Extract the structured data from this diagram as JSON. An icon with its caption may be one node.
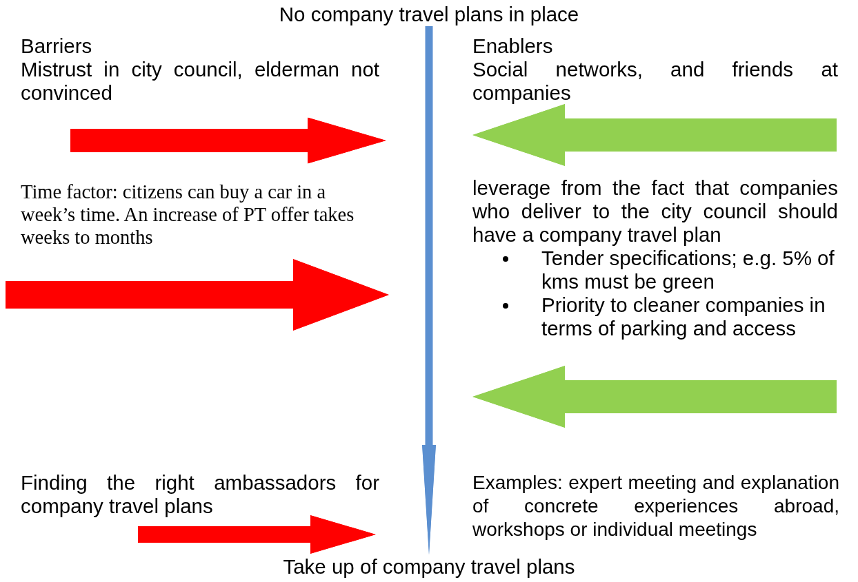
{
  "diagram": {
    "nodes": [
      {
        "text": [
          "No company travel plans in place"
        ]
      },
      {
        "text": [
          "Mistrust in city council, elderman not convinced"
        ]
      },
      {
        "text": [
          "Time factor: citizens can buy a car in a week’s time. An increase of PT offer takes weeks to months"
        ]
      },
      {
        "text": [
          "Finding the right ambassadors for company travel plans"
        ]
      },
      {
        "text": [
          "Social networks, and friends at companies"
        ]
      },
      {
        "text": [
          "leverage from the fact that companies who deliver to the city council should have a company travel plan",
          "Tender specifications; e.g. 5% of kms must be green",
          "Priority to cleaner companies in terms of parking and access"
        ]
      },
      {
        "text": [
          "Examples: expert meeting and explanation of concrete experiences abroad, workshops or individual meetings"
        ]
      },
      {
        "text": [
          "Take up of company travel plans"
        ]
      }
    ],
    "edges": [
      {
        "from": 0,
        "to": 7,
        "arrow": "to",
        "color": "#5b8fd0"
      },
      {
        "from": null,
        "to": 1,
        "arrow": "to",
        "color": "#ff0000"
      },
      {
        "from": null,
        "to": 2,
        "arrow": "to",
        "color": "#ff0000"
      },
      {
        "from": null,
        "to": 3,
        "arrow": "to",
        "color": "#ff0000"
      },
      {
        "from": null,
        "to": 4,
        "arrow": "to",
        "color": "#92d050"
      },
      {
        "from": null,
        "to": 5,
        "arrow": "to",
        "color": "#92d050"
      }
    ],
    "labels": [
      "Barriers",
      "Enablers"
    ]
  }
}
